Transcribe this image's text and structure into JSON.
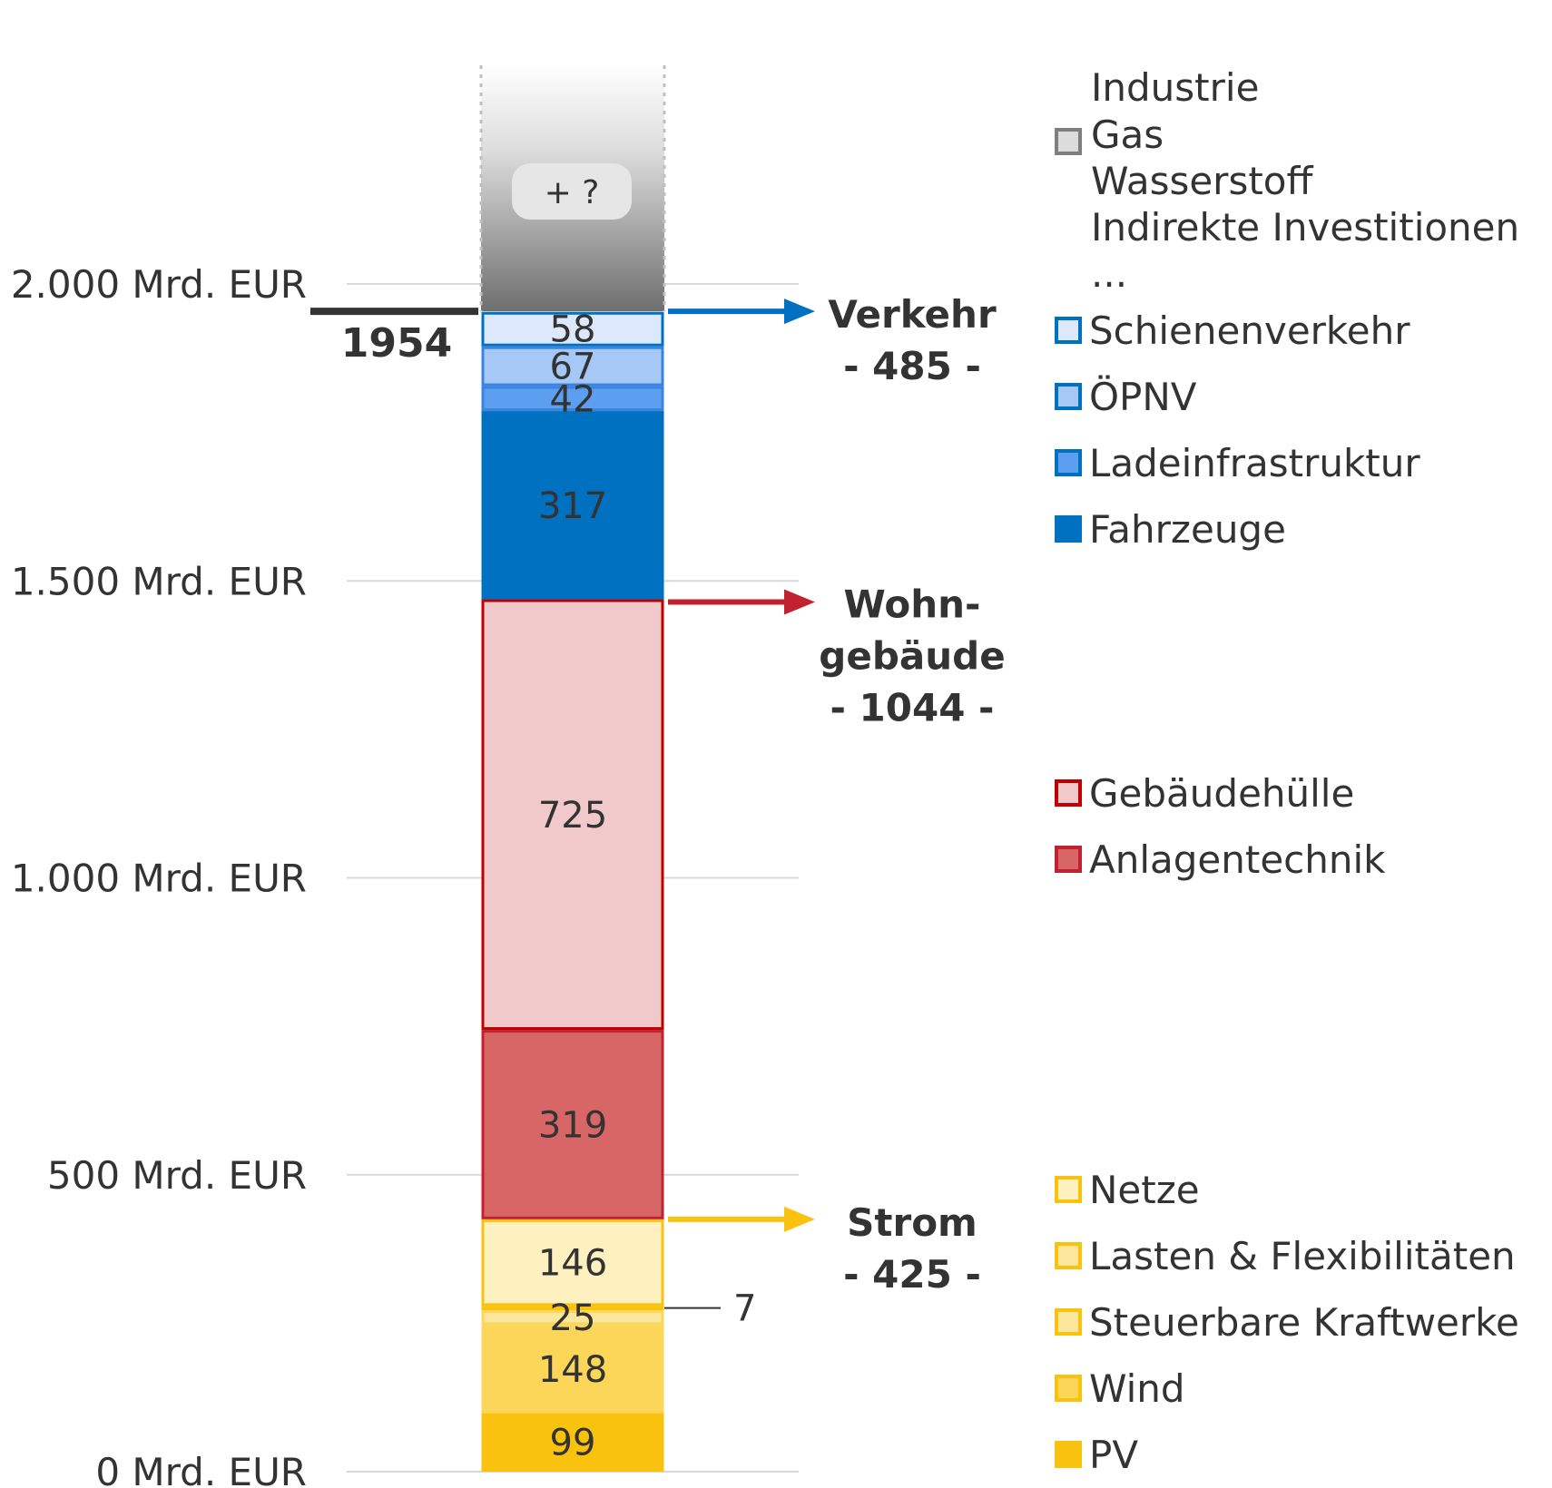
{
  "chart_data": {
    "type": "bar",
    "stacked": true,
    "y_axis": {
      "ticks": [
        {
          "value": 0,
          "label": "0 Mrd. EUR"
        },
        {
          "value": 500,
          "label": "500 Mrd. EUR"
        },
        {
          "value": 1000,
          "label": "1.000 Mrd. EUR"
        },
        {
          "value": 1500,
          "label": "1.500 Mrd. EUR"
        },
        {
          "value": 2000,
          "label": "2.000 Mrd. EUR"
        }
      ],
      "ylim": [
        0,
        2000
      ],
      "grid": true
    },
    "total": {
      "value": 1954,
      "label": "1954"
    },
    "unknown": {
      "label": "+ ?"
    },
    "segments": [
      {
        "name": "PV",
        "value": 99,
        "label": "99",
        "color": "#f9c20f",
        "border": "#f9c20f"
      },
      {
        "name": "Wind",
        "value": 148,
        "label": "148",
        "color": "#fcd659",
        "border": "#fcd659"
      },
      {
        "name": "Steuerbare Kraftwerke",
        "value": 25,
        "label": "25",
        "color": "#fde79c",
        "border": "#fcd659"
      },
      {
        "name": "Lasten & Flexibilitäten",
        "value": 7,
        "label": "7",
        "color": "#fde79c",
        "border": "#f9c20f"
      },
      {
        "name": "Netze",
        "value": 146,
        "label": "146",
        "color": "#fef0bf",
        "border": "#f9c20f"
      },
      {
        "name": "Anlagentechnik",
        "value": 319,
        "label": "319",
        "color": "#d96666",
        "border": "#c1222f"
      },
      {
        "name": "Gebäudehülle",
        "value": 725,
        "label": "725",
        "color": "#f2c9cb",
        "border": "#c00000"
      },
      {
        "name": "Fahrzeuge",
        "value": 317,
        "label": "317",
        "color": "#0070c0",
        "border": "#0070c0"
      },
      {
        "name": "Ladeinfrastruktur",
        "value": 42,
        "label": "42",
        "color": "#5c9ef0",
        "border": "#3a84e0"
      },
      {
        "name": "ÖPNV",
        "value": 67,
        "label": "67",
        "color": "#a6c8f7",
        "border": "#3a84e0"
      },
      {
        "name": "Schienenverkehr",
        "value": 58,
        "label": "58",
        "color": "#dce9fc",
        "border": "#0070c0"
      }
    ],
    "small_segment_callout": {
      "label": "7"
    },
    "groups": [
      {
        "lines": [
          "Verkehr",
          "- 485 -"
        ],
        "color": "#0070c0"
      },
      {
        "lines": [
          "Wohn-",
          "gebäude",
          "- 1044 -"
        ],
        "color": "#c1222f"
      },
      {
        "lines": [
          "Strom",
          "- 425 -"
        ],
        "color": "#f9c20f"
      }
    ],
    "legend": [
      {
        "lines": [
          "Industrie",
          "Gas",
          "Wasserstoff",
          "Indirekte Investitionen",
          "..."
        ],
        "fill": "#dcdcdc",
        "stroke": "#7f7f7f"
      },
      {
        "lines": [
          "Schienenverkehr"
        ],
        "fill": "#dce9fc",
        "stroke": "#0070c0"
      },
      {
        "lines": [
          "ÖPNV"
        ],
        "fill": "#a6c8f7",
        "stroke": "#0070c0"
      },
      {
        "lines": [
          "Ladeinfrastruktur"
        ],
        "fill": "#5c9ef0",
        "stroke": "#0070c0"
      },
      {
        "lines": [
          "Fahrzeuge"
        ],
        "fill": "#0070c0",
        "stroke": "#0070c0"
      },
      {
        "lines": [
          "Gebäudehülle"
        ],
        "fill": "#f2c9cb",
        "stroke": "#c00000"
      },
      {
        "lines": [
          "Anlagentechnik"
        ],
        "fill": "#d96666",
        "stroke": "#c1222f"
      },
      {
        "lines": [
          "Netze"
        ],
        "fill": "#fef0bf",
        "stroke": "#f9c20f"
      },
      {
        "lines": [
          "Lasten & Flexibilitäten"
        ],
        "fill": "#fde79c",
        "stroke": "#f9c20f"
      },
      {
        "lines": [
          "Steuerbare Kraftwerke"
        ],
        "fill": "#fde79c",
        "stroke": "#f9c20f"
      },
      {
        "lines": [
          "Wind"
        ],
        "fill": "#fcd659",
        "stroke": "#f9c20f"
      },
      {
        "lines": [
          "PV"
        ],
        "fill": "#f9c20f",
        "stroke": "#f9c20f"
      }
    ]
  }
}
